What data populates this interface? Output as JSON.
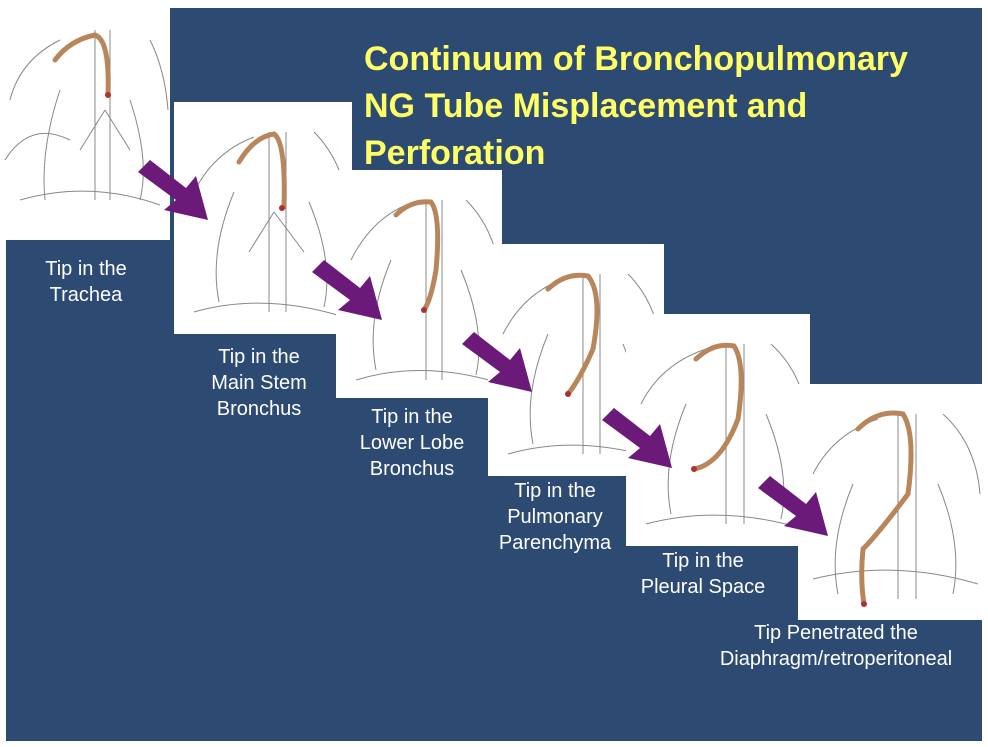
{
  "title": {
    "line1": "Continuum of Bronchopulmonary",
    "line2": "NG Tube Misplacement and",
    "line3": "Perforation"
  },
  "stages": [
    {
      "line1": "Tip in the",
      "line2": "Trachea",
      "line3": ""
    },
    {
      "line1": "Tip in the",
      "line2": "Main Stem",
      "line3": "Bronchus"
    },
    {
      "line1": "Tip in the",
      "line2": "Lower Lobe",
      "line3": "Bronchus"
    },
    {
      "line1": "Tip in the",
      "line2": "Pulmonary",
      "line3": "Parenchyma"
    },
    {
      "line1": "Tip in the",
      "line2": "Pleural Space",
      "line3": ""
    },
    {
      "line1": "Tip Penetrated the",
      "line2": "Diaphragm/retroperitoneal",
      "line3": ""
    }
  ],
  "colors": {
    "background": "#2d4a73",
    "title": "#ffff66",
    "caption": "#ffffff",
    "arrow": "#6b1a7a",
    "tube": "#b8865a",
    "tube_tip": "#b03030"
  },
  "icons": {
    "arrow": "down-right-arrow-icon",
    "illustration": "chest-anatomy-drawing"
  }
}
